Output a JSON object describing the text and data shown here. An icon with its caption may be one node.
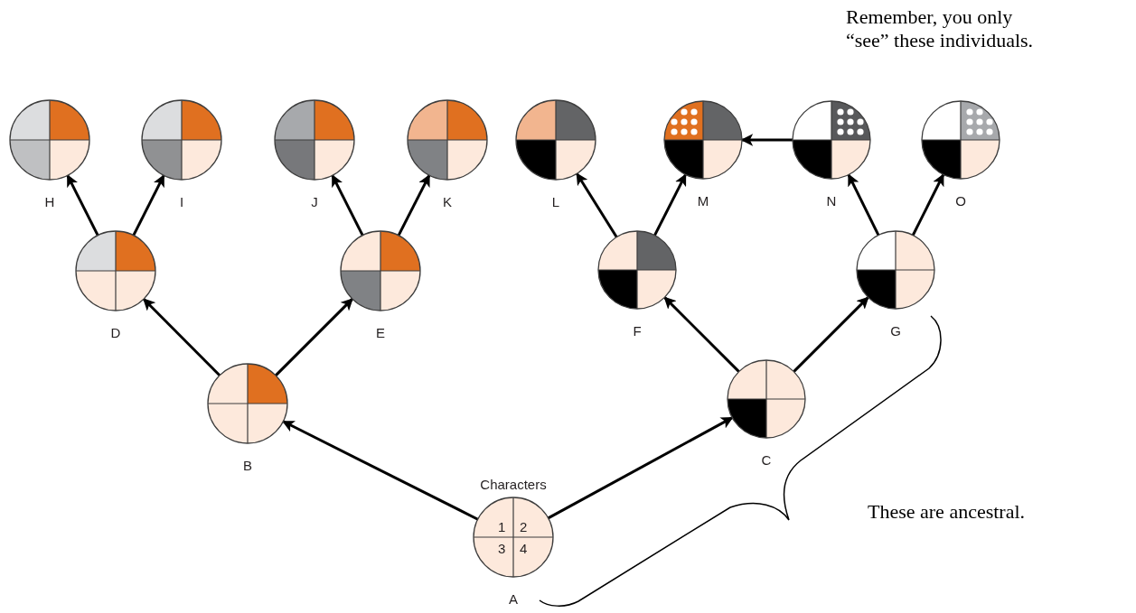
{
  "diagram": {
    "nodes": [
      {
        "text": [],
        "shape": "circle",
        "beside": [
          "H"
        ]
      },
      {
        "text": [],
        "shape": "circle",
        "beside": [
          "I"
        ]
      },
      {
        "text": [],
        "shape": "circle",
        "beside": [
          "J"
        ]
      },
      {
        "text": [],
        "shape": "circle",
        "beside": [
          "K"
        ]
      },
      {
        "text": [],
        "shape": "circle",
        "beside": [
          "L"
        ]
      },
      {
        "text": [],
        "shape": "circle",
        "beside": [
          "M"
        ]
      },
      {
        "text": [],
        "shape": "circle",
        "beside": [
          "N"
        ]
      },
      {
        "text": [],
        "shape": "circle",
        "beside": [
          "O"
        ]
      },
      {
        "text": [],
        "shape": "circle",
        "beside": [
          "D"
        ]
      },
      {
        "text": [],
        "shape": "circle",
        "beside": [
          "E"
        ]
      },
      {
        "text": [],
        "shape": "circle",
        "beside": [
          "F"
        ]
      },
      {
        "text": [],
        "shape": "circle",
        "beside": [
          "G"
        ]
      },
      {
        "text": [],
        "shape": "circle",
        "beside": [
          "B"
        ]
      },
      {
        "text": [],
        "shape": "circle",
        "beside": [
          "C"
        ]
      },
      {
        "text": [
          "Characters",
          "1",
          "2",
          "3",
          "4"
        ],
        "beside": [
          "A"
        ]
      }
    ],
    "edges": [
      {
        "from": 14,
        "to": 12,
        "arrow": "to"
      },
      {
        "from": 14,
        "to": 13,
        "arrow": "to"
      },
      {
        "from": 12,
        "to": 8,
        "arrow": "to"
      },
      {
        "from": 12,
        "to": 9,
        "arrow": "to"
      },
      {
        "from": 13,
        "to": 10,
        "arrow": "to"
      },
      {
        "from": 13,
        "to": 11,
        "arrow": "to"
      },
      {
        "from": 8,
        "to": 0,
        "arrow": "to"
      },
      {
        "from": 8,
        "to": 1,
        "arrow": "to"
      },
      {
        "from": 9,
        "to": 2,
        "arrow": "to"
      },
      {
        "from": 9,
        "to": 3,
        "arrow": "to"
      },
      {
        "from": 10,
        "to": 4,
        "arrow": "to"
      },
      {
        "from": 10,
        "to": 5,
        "arrow": "to"
      },
      {
        "from": 11,
        "to": 6,
        "arrow": "to"
      },
      {
        "from": 11,
        "to": 7,
        "arrow": "to"
      },
      {
        "from": 6,
        "to": 5,
        "arrow": "to"
      }
    ],
    "labels": [
      "Remember, you only “see” these individuals.",
      "These are ancestral."
    ]
  }
}
